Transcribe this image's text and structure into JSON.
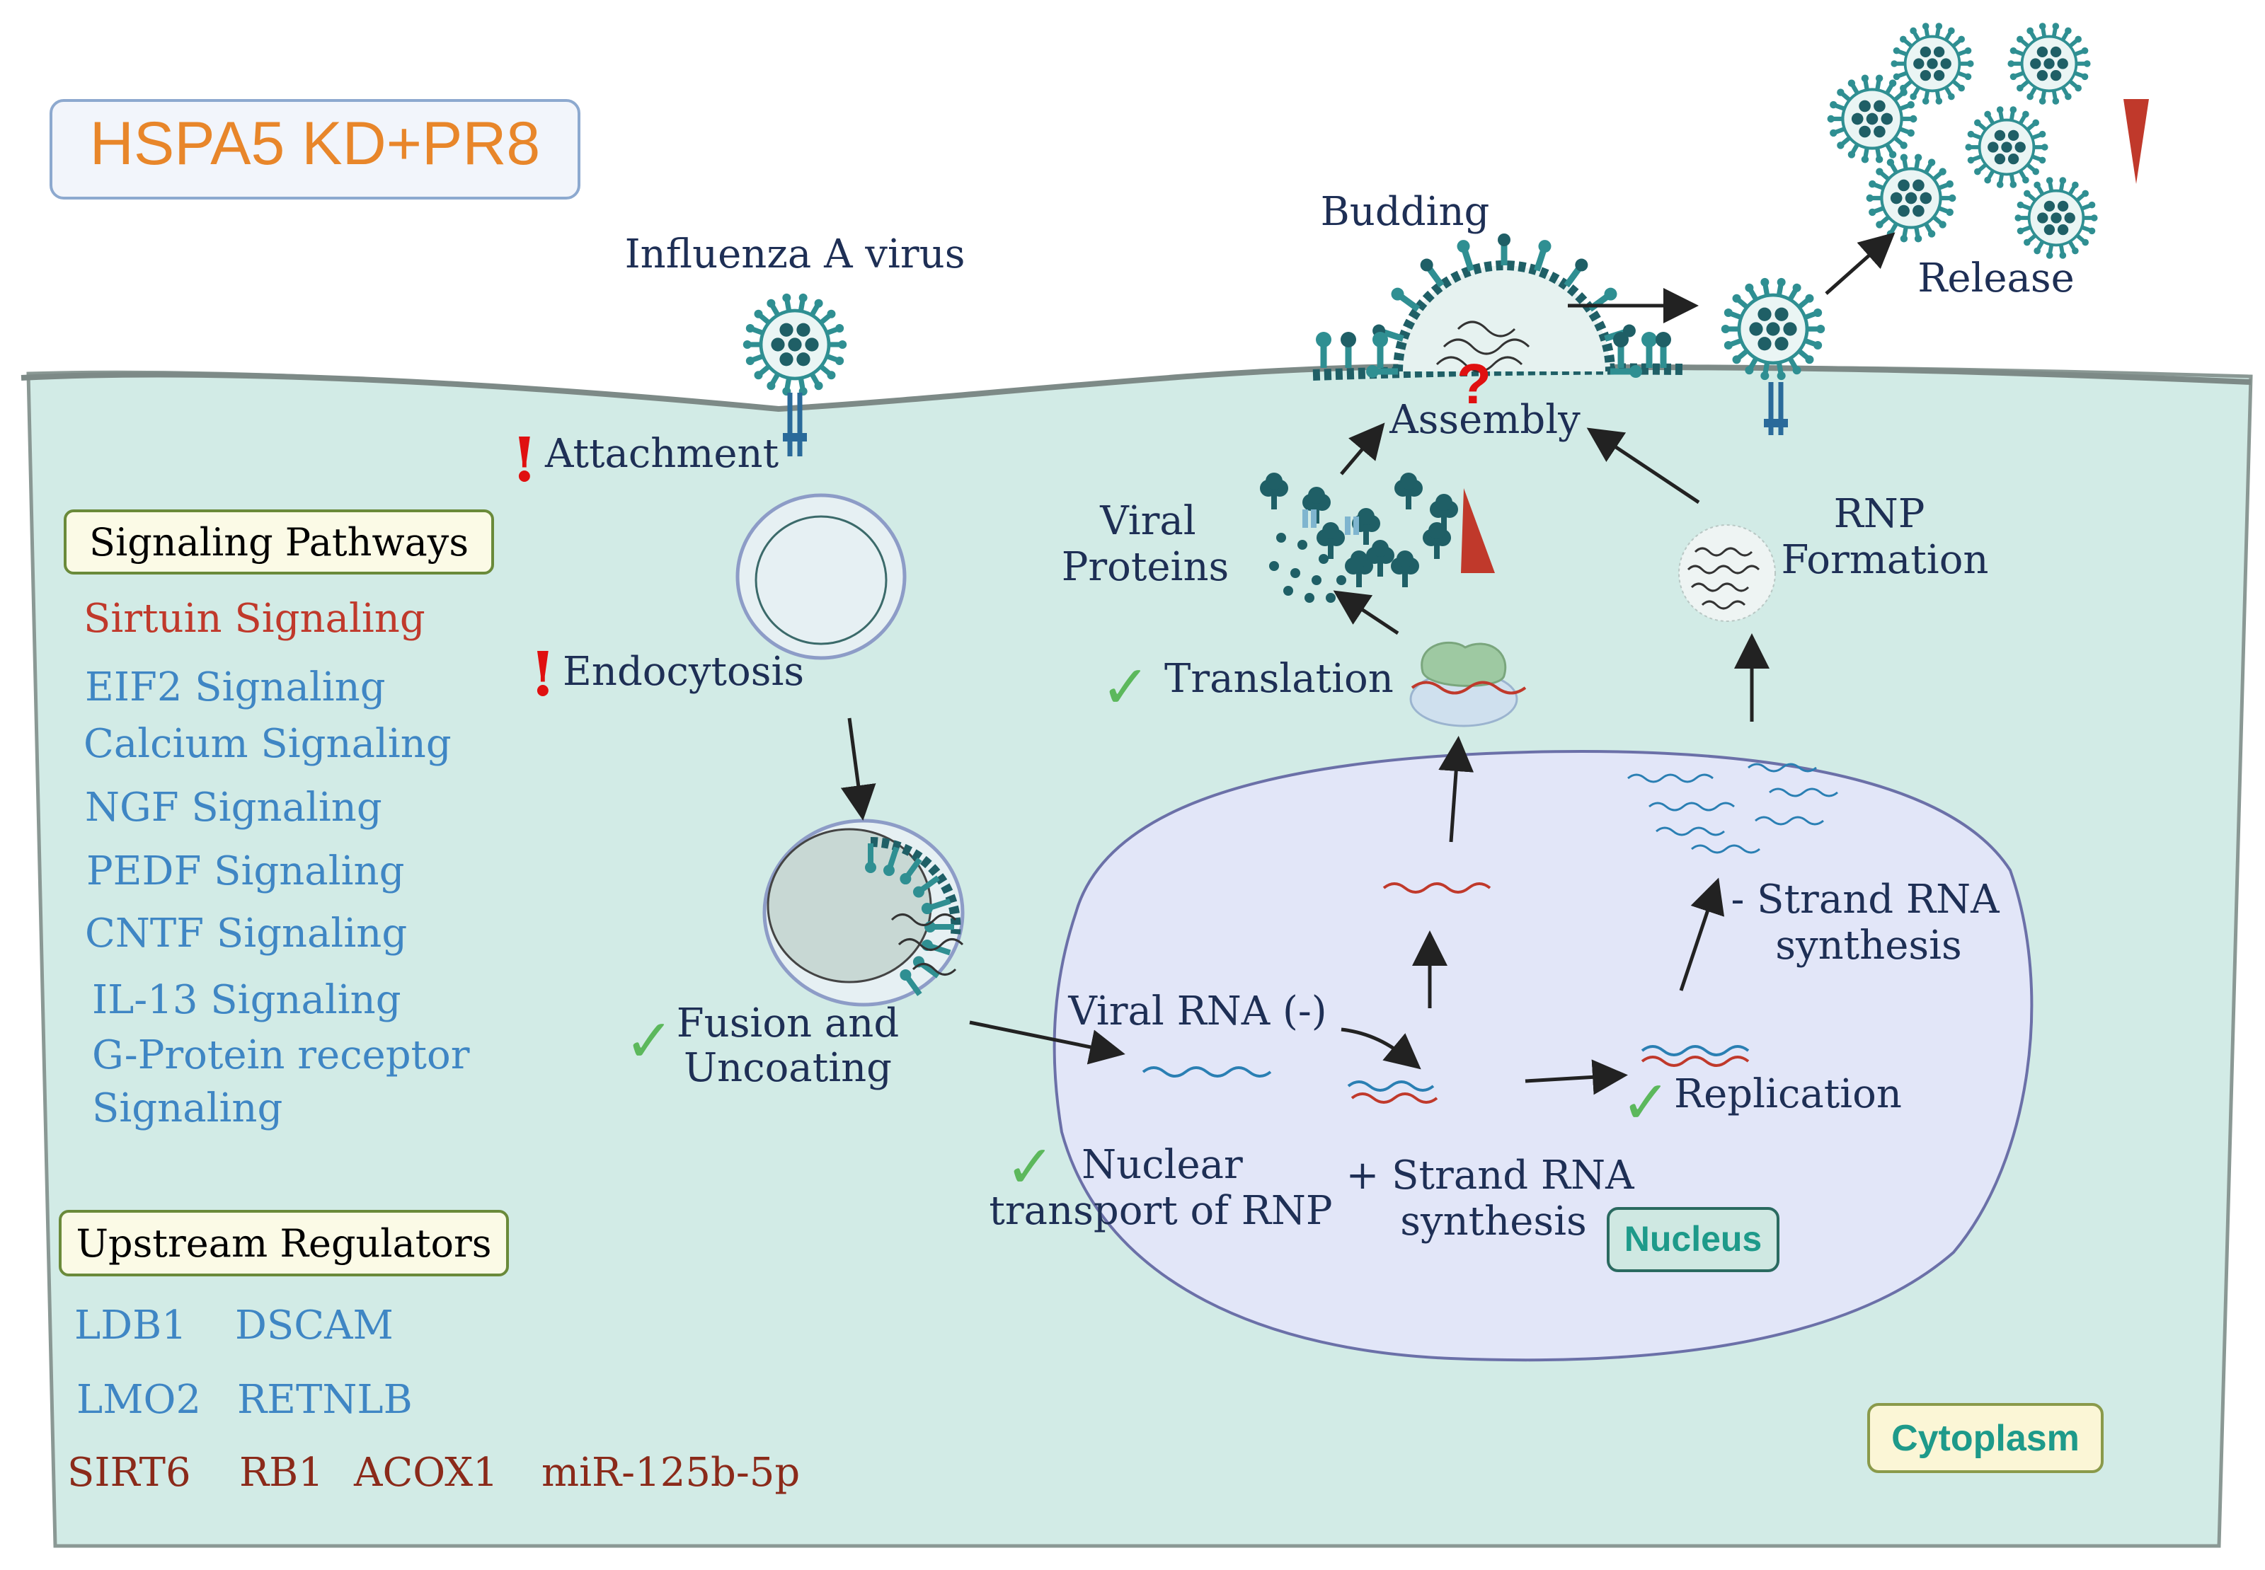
{
  "title": "HSPA5 KD+PR8",
  "colors": {
    "cell": "#d2ebe6",
    "nucleus": "#e2e6f8",
    "nucleus_border": "#6b70a8",
    "virus": "#2f8f92",
    "virus_dark": "#1f5f66",
    "label_dark": "#1e2f55",
    "blue_text": "#3f86c4",
    "red_text": "#c0392b",
    "brown_text": "#8b2a1a",
    "check": "#5cb85c",
    "alert": "#e01010",
    "title_text": "#e8862a"
  },
  "labels": {
    "influenza": "Influenza A virus",
    "budding": "Budding",
    "release": "Release",
    "attachment": "Attachment",
    "endocytosis": "Endocytosis",
    "assembly": "Assembly",
    "viral_proteins_1": "Viral",
    "viral_proteins_2": "Proteins",
    "rnp_1": "RNP",
    "rnp_2": "Formation",
    "translation": "Translation",
    "fusion_1": "Fusion and",
    "fusion_2": "Uncoating",
    "viral_rna": "Viral RNA (-)",
    "minus_strand_1": "- Strand RNA",
    "minus_strand_2": "synthesis",
    "replication": "Replication",
    "nuclear_1": "Nuclear",
    "nuclear_2": "transport of RNP",
    "plus_strand_1": "+ Strand RNA",
    "plus_strand_2": "synthesis",
    "nucleus": "Nucleus",
    "cytoplasm": "Cytoplasm",
    "question": "?",
    "alert": "!",
    "check": "✓"
  },
  "signaling": {
    "title": "Signaling Pathways",
    "items": [
      {
        "label": "Sirtuin Signaling",
        "color": "#c0392b"
      },
      {
        "label": "EIF2 Signaling",
        "color": "#3f86c4"
      },
      {
        "label": "Calcium Signaling",
        "color": "#3f86c4"
      },
      {
        "label": "NGF Signaling",
        "color": "#3f86c4"
      },
      {
        "label": "PEDF Signaling",
        "color": "#3f86c4"
      },
      {
        "label": "CNTF Signaling",
        "color": "#3f86c4"
      },
      {
        "label": "IL-13 Signaling",
        "color": "#3f86c4"
      },
      {
        "label": "G-Protein receptor",
        "color": "#3f86c4"
      },
      {
        "label": "Signaling",
        "color": "#3f86c4"
      }
    ]
  },
  "regulators": {
    "title": "Upstream Regulators",
    "items": [
      {
        "label": "LDB1",
        "color": "#3f86c4"
      },
      {
        "label": "DSCAM",
        "color": "#3f86c4"
      },
      {
        "label": "LMO2",
        "color": "#3f86c4"
      },
      {
        "label": "RETNLB",
        "color": "#3f86c4"
      },
      {
        "label": "SIRT6",
        "color": "#8b2a1a"
      },
      {
        "label": "RB1",
        "color": "#8b2a1a"
      },
      {
        "label": "ACOX1",
        "color": "#8b2a1a"
      },
      {
        "label": "miR-125b-5p",
        "color": "#8b2a1a"
      }
    ]
  }
}
